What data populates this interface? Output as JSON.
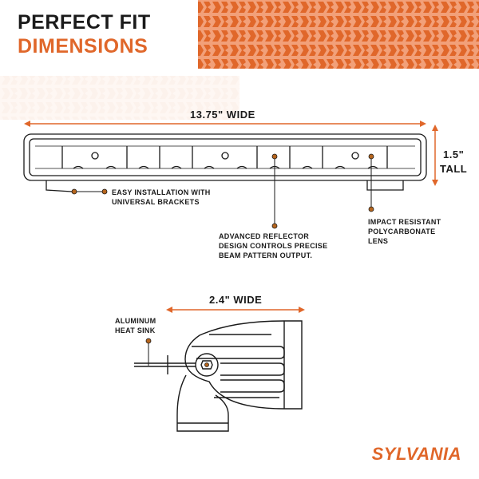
{
  "header": {
    "title_line1": "PERFECT FIT",
    "title_line2": "DIMENSIONS"
  },
  "light_bar": {
    "width_label": "13.75\" WIDE",
    "height_label_line1": "1.5\"",
    "height_label_line2": "TALL"
  },
  "callouts": {
    "brackets_line1": "EASY INSTALLATION WITH",
    "brackets_line2": "UNIVERSAL BRACKETS",
    "reflector_line1": "ADVANCED REFLECTOR",
    "reflector_line2": "DESIGN CONTROLS PRECISE",
    "reflector_line3": "BEAM PATTERN OUTPUT.",
    "lens_line1": "IMPACT RESISTANT",
    "lens_line2": "POLYCARBONATE",
    "lens_line3": "LENS",
    "heatsink_line1": "ALUMINUM",
    "heatsink_line2": "HEAT SINK"
  },
  "side_view": {
    "width_label": "2.4\" WIDE"
  },
  "brand": {
    "name": "SYLVANIA"
  },
  "colors": {
    "accent": "#e0672a",
    "dark": "#1a1a1a"
  }
}
